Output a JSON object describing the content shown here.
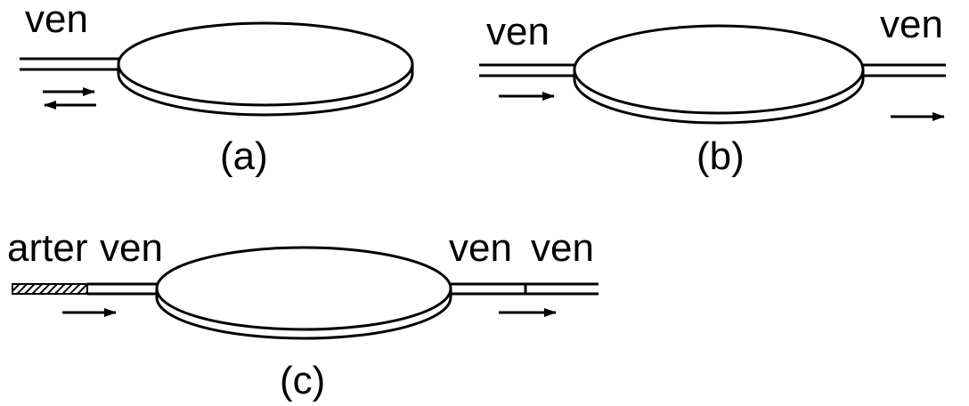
{
  "panel_a": {
    "label_in": "ven",
    "caption": "(a)"
  },
  "panel_b": {
    "label_in": "ven",
    "label_out": "ven",
    "caption": "(b)"
  },
  "panel_c": {
    "label_artery": "arter",
    "label_in": "ven",
    "label_out_1": "ven",
    "label_out_2": "ven",
    "caption": "(c)"
  }
}
